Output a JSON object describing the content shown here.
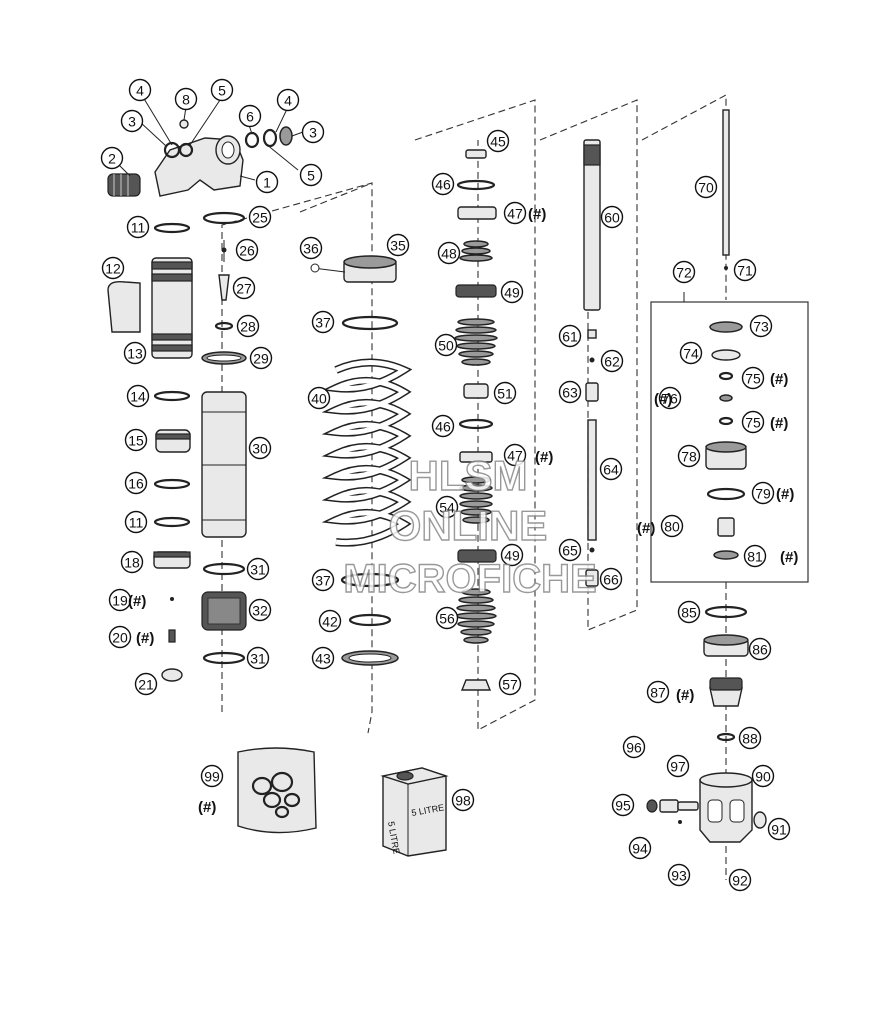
{
  "diagram": {
    "callouts": [
      "1",
      "2",
      "3",
      "4",
      "5",
      "6",
      "8",
      "11",
      "12",
      "13",
      "14",
      "15",
      "16",
      "18",
      "19",
      "20",
      "21",
      "25",
      "26",
      "27",
      "28",
      "29",
      "30",
      "31",
      "32",
      "35",
      "36",
      "37",
      "40",
      "42",
      "43",
      "45",
      "46",
      "47",
      "48",
      "49",
      "50",
      "51",
      "54",
      "56",
      "57",
      "60",
      "61",
      "62",
      "63",
      "64",
      "65",
      "66",
      "70",
      "71",
      "72",
      "73",
      "74",
      "75",
      "76",
      "78",
      "79",
      "80",
      "81",
      "85",
      "86",
      "87",
      "88",
      "90",
      "91",
      "92",
      "93",
      "94",
      "95",
      "96",
      "97",
      "98",
      "99"
    ],
    "hash_mark": "(#)",
    "oil_can_label": "5 LITRE",
    "oil_can_side_label": "5 LITRE"
  },
  "watermark": {
    "line1": "HLSM",
    "line2": "ONLINE",
    "line3": "MICROFICHE"
  }
}
